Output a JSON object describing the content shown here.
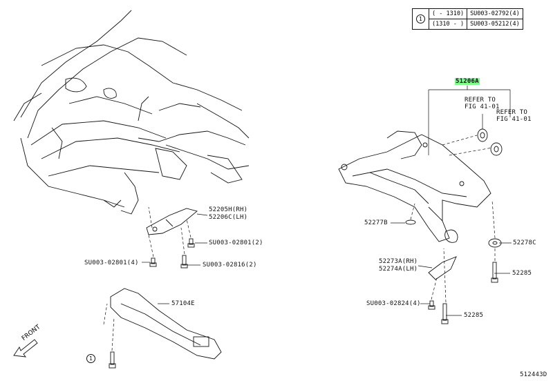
{
  "reference_table": {
    "marker": "1",
    "rows": [
      {
        "range": "(    - 1310)",
        "part": "SU003-02792(4)"
      },
      {
        "range": "(1310 -    )",
        "part": "SU003-05212(4)"
      }
    ]
  },
  "labels": {
    "main_part": "51206A",
    "refer1_line1": "REFER TO",
    "refer1_line2": "FIG 41-01",
    "refer2_line1": "REFER TO",
    "refer2_line2": "FIG 41-01",
    "p52277b": "52277B",
    "p52278c": "52278C",
    "p52273a": "52273A(RH)",
    "p52274a": "52274A(LH)",
    "p52285_a": "52285",
    "p52285_b": "52285",
    "su02824": "SU003-02824(4)",
    "p52205h": "52205H(RH)",
    "p52206c": "52206C(LH)",
    "su02801_2": "SU003-02801(2)",
    "su02801_4": "SU003-02801(4)",
    "su02816": "SU003-02816(2)",
    "p57104e": "57104E",
    "front": "FRONT",
    "marker_bottom": "1",
    "diagram_id": "512443D"
  }
}
